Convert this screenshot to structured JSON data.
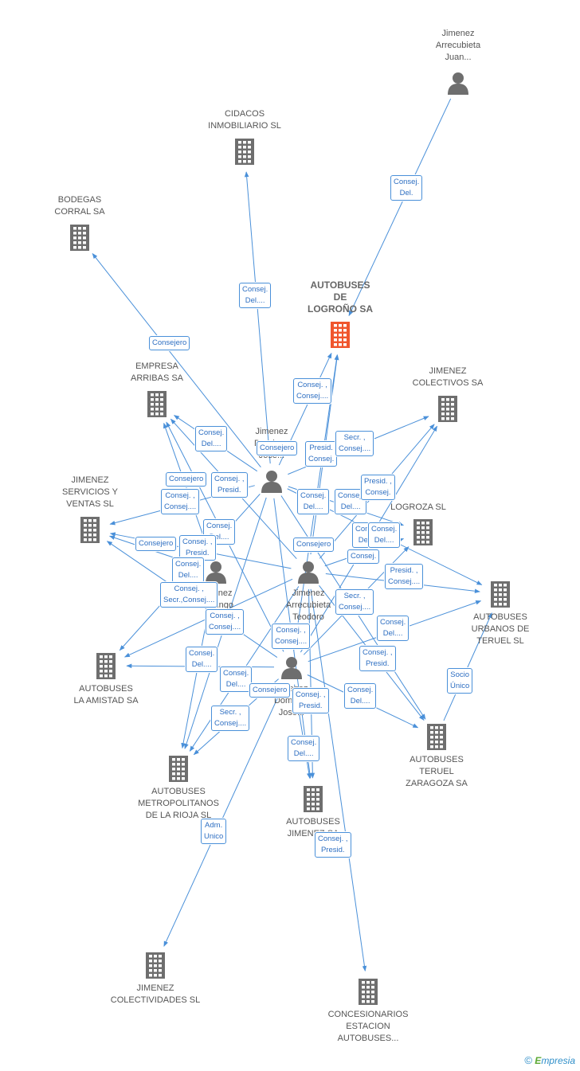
{
  "colors": {
    "edge": "#4a90d9",
    "company": "#6e6e6e",
    "main": "#f0562e",
    "person": "#6e6e6e"
  },
  "nodes": [
    {
      "id": "main",
      "type": "company",
      "main": true,
      "label": "AUTOBUSES\nDE\nLOGROÑO SA"
    },
    {
      "id": "juan",
      "type": "person",
      "label": "Jimenez\nArrecubieta\nJuan..."
    },
    {
      "id": "cidacos",
      "type": "company",
      "label": "CIDACOS\nINMOBILIARIO SL"
    },
    {
      "id": "bodegas",
      "type": "company",
      "label": "BODEGAS\nCORRAL SA"
    },
    {
      "id": "arribas",
      "type": "company",
      "label": "EMPRESA\nARRIBAS SA"
    },
    {
      "id": "colectivos",
      "type": "company",
      "label": "JIMENEZ\nCOLECTIVOS SA"
    },
    {
      "id": "servicios",
      "type": "company",
      "label": "JIMENEZ\nSERVICIOS Y\nVENTAS  SL"
    },
    {
      "id": "logroza",
      "type": "company",
      "label": "LOGROZA SL"
    },
    {
      "id": "urbanos",
      "type": "company",
      "label": "AUTOBUSES\nURBANOS DE\nTERUEL SL"
    },
    {
      "id": "amistad",
      "type": "company",
      "label": "AUTOBUSES\nLA AMISTAD SA"
    },
    {
      "id": "teruel",
      "type": "company",
      "label": "AUTOBUSES\nTERUEL\nZARAGOZA SA"
    },
    {
      "id": "metro",
      "type": "company",
      "label": "AUTOBUSES\nMETROPOLITANOS\nDE LA RIOJA  SL"
    },
    {
      "id": "jimenezsa",
      "type": "company",
      "label": "AUTOBUSES\nJIMENEZ SA"
    },
    {
      "id": "colectividades",
      "type": "company",
      "label": "JIMENEZ\nCOLECTIVIDADES SL"
    },
    {
      "id": "concesionarios",
      "type": "company",
      "label": "CONCESIONARIOS\nESTACION\nAUTOBUSES..."
    },
    {
      "id": "p1",
      "type": "person",
      "label": "Jimenez\nDomingo\nJose..."
    },
    {
      "id": "p2",
      "type": "person",
      "label": "Jimenez\nArrecubieta\nTeodoro"
    },
    {
      "id": "p3",
      "type": "person",
      "label": "Jimenez\nDomingo\nJose..."
    },
    {
      "id": "p4",
      "type": "person",
      "label": "Jimenez\nDomingo"
    }
  ],
  "edge_labels": [
    "Consej.\nDel.",
    "Consej.\nDel....",
    "Consejero",
    "Consej. ,\nConsej....",
    "Consej.\nDel....",
    "Consejero",
    "Presid.\nConsej.",
    "Secr. ,\nConsej....",
    "Consejero",
    "Consej. ,\nPresid.",
    "Consej. ,\nConsej....",
    "Consej.\nDel....",
    "Consej.\nDel....",
    "Presid. ,\nConsej.",
    "Consej.\nDel....",
    "Consejero",
    "Consej. ,\nPresid.",
    "Consejero",
    "Consej.\nDel....",
    "Consej.\nDel....",
    "Consej.\nDel....",
    "Consej.",
    "Presid. ,\nConsej....",
    "Consej. ,\nSecr.,Consej....",
    "Secr. ,\nConsej....",
    "Consej. ,\nConsej....",
    "Consej.\nDel....",
    "Consej.\nDel....",
    "Consej. ,\nConsej....",
    "Consej. ,\nPresid.",
    "Consej.\nDel....",
    "Consejero",
    "Consej. ,\nPresid.",
    "Consej.\nDel....",
    "Socio\nÚnico",
    "Secr. ,\nConsej....",
    "Consej.\nDel....",
    "Adm.\nUnico",
    "Consej. ,\nPresid."
  ],
  "credit": {
    "symbol": "©",
    "brand_initial": "E",
    "brand_rest": "mpresia"
  }
}
